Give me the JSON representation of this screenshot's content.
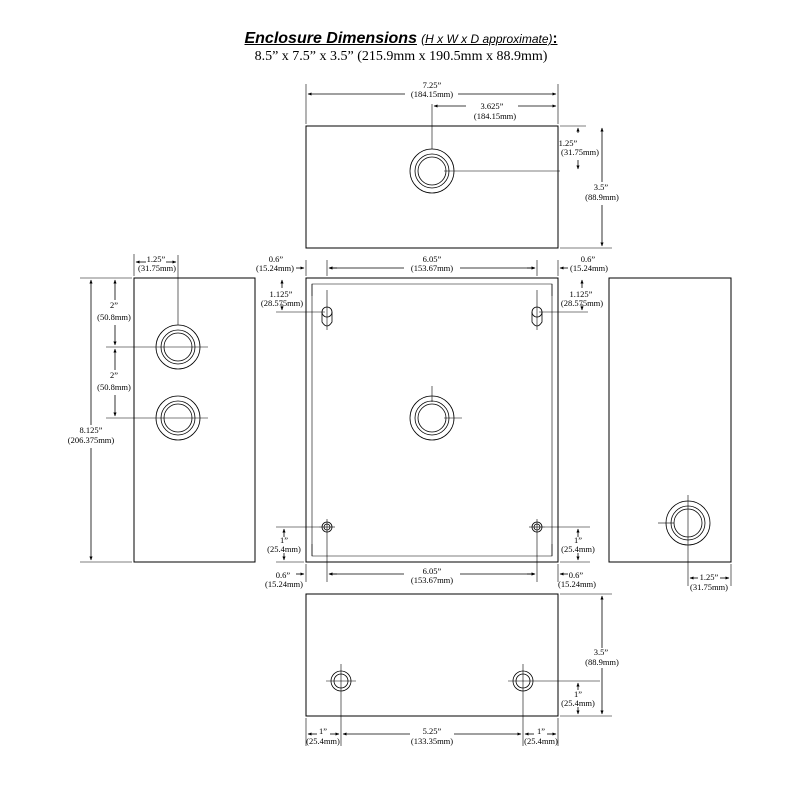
{
  "title": {
    "main": "Enclosure Dimensions",
    "qualifier": "(H x W x D approximate)",
    "colon": ":",
    "subtitle": "8.5” x 7.5” x 3.5” (215.9mm x 190.5mm x 88.9mm)"
  },
  "top_view": {
    "width_in": "7.25”",
    "width_mm": "(184.15mm)",
    "center_in": "3.625”",
    "center_mm": "(184.15mm)",
    "hole_off_in": "1.25”",
    "hole_off_mm": "(31.75mm)",
    "depth_in": "3.5”",
    "depth_mm": "(88.9mm)"
  },
  "left_view": {
    "hole_off_in": "1.25”",
    "hole_off_mm": "(31.75mm)",
    "sp1_in": "2”",
    "sp1_mm": "(50.8mm)",
    "sp2_in": "2”",
    "sp2_mm": "(50.8mm)",
    "height_in": "8.125”",
    "height_mm": "(206.375mm)"
  },
  "front_view": {
    "tl_in": "0.6”",
    "tl_mm": "(15.24mm)",
    "top_span_in": "6.05”",
    "top_span_mm": "(153.67mm)",
    "tr_in": "0.6”",
    "tr_mm": "(15.24mm)",
    "kl_in": "1.125”",
    "kl_mm": "(28.575mm)",
    "kr_in": "1.125”",
    "kr_mm": "(28.575mm)",
    "bl_v_in": "1”",
    "bl_v_mm": "(25.4mm)",
    "br_v_in": "1”",
    "br_v_mm": "(25.4mm)",
    "bl_in": "0.6”",
    "bl_mm": "(15.24mm)",
    "bot_span_in": "6.05”",
    "bot_span_mm": "(153.67mm)",
    "br_in": "0.6”",
    "br_mm": "(15.24mm)"
  },
  "right_view": {
    "hole_off_in": "1.25”",
    "hole_off_mm": "(31.75mm)"
  },
  "bottom_view": {
    "depth_in": "3.5”",
    "depth_mm": "(88.9mm)",
    "hole_h_in": "1”",
    "hole_h_mm": "(25.4mm)",
    "left_in": "1”",
    "left_mm": "(25.4mm)",
    "span_in": "5.25”",
    "span_mm": "(133.35mm)",
    "right_in": "1”",
    "right_mm": "(25.4mm)"
  }
}
